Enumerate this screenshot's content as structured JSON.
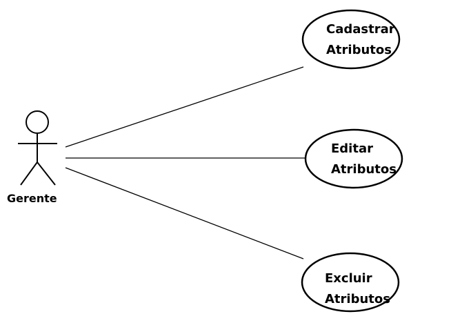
{
  "actor": {
    "name": "Gerente"
  },
  "use_cases": [
    {
      "line1": "Cadastrar",
      "line2": "Atributos"
    },
    {
      "line1": "Editar",
      "line2": "Atributos"
    },
    {
      "line1": "Excluir",
      "line2": "Atributos"
    }
  ],
  "colors": {
    "stroke": "#000000",
    "background": "#ffffff"
  }
}
